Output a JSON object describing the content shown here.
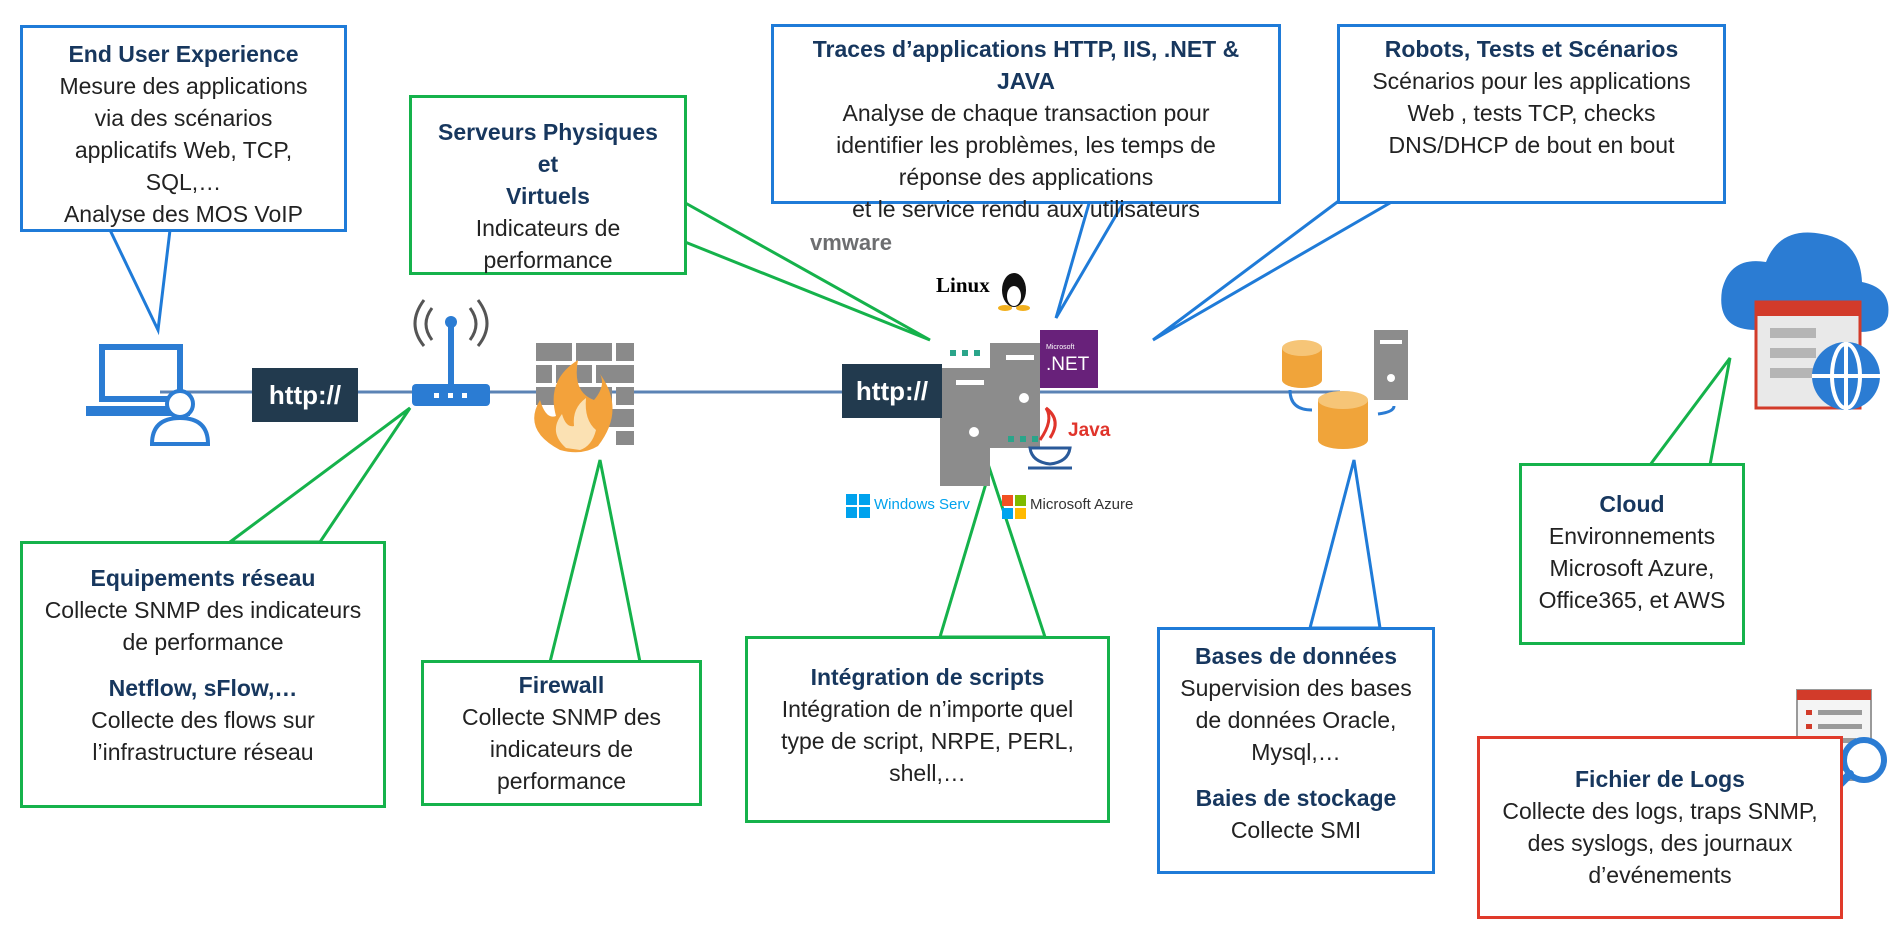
{
  "callouts": {
    "end_user": {
      "title": "End User Experience",
      "body": [
        "Mesure des applications",
        "via des scénarios",
        "applicatifs Web, TCP, SQL,…",
        "Analyse des MOS VoIP"
      ]
    },
    "serveurs": {
      "title": [
        "Serveurs Physiques et",
        "Virtuels"
      ],
      "body": [
        "Indicateurs de",
        "performance"
      ]
    },
    "traces": {
      "title": "Traces d’applications HTTP, IIS, .NET & JAVA",
      "body": [
        "Analyse de chaque transaction pour",
        "identifier les problèmes, les temps de",
        "réponse des applications",
        "et le service rendu aux utilisateurs"
      ]
    },
    "robots": {
      "title": "Robots, Tests et Scénarios",
      "body": [
        "Scénarios pour les applications",
        "Web , tests TCP, checks",
        "DNS/DHCP de bout en bout"
      ]
    },
    "equipements": {
      "title": "Equipements réseau",
      "body": [
        "Collecte SNMP des indicateurs",
        "de performance"
      ],
      "title2": "Netflow, sFlow,…",
      "body2": [
        "Collecte des flows sur",
        "l’infrastructure réseau"
      ]
    },
    "firewall": {
      "title": "Firewall",
      "body": [
        "Collecte SNMP des",
        "indicateurs de",
        "performance"
      ]
    },
    "scripts": {
      "title": "Intégration de scripts",
      "body": [
        "Intégration de n’importe quel",
        "type de script, NRPE, PERL,",
        "shell,…"
      ]
    },
    "bases": {
      "title": "Bases de données",
      "body": [
        "Supervision des bases",
        "de données Oracle,",
        "Mysql,…"
      ],
      "title2": "Baies de stockage",
      "body2": [
        "Collecte SMI"
      ]
    },
    "cloud": {
      "title": "Cloud",
      "body": [
        "Environnements",
        "Microsoft Azure,",
        "Office365, et AWS"
      ]
    },
    "logs": {
      "title": "Fichier de Logs",
      "body": [
        "Collecte des logs, traps SNMP,",
        "des syslogs, des journaux",
        "d’evénements"
      ]
    }
  },
  "http_labels": [
    "http://",
    "http://"
  ],
  "logos": {
    "vmware": "vmware",
    "linux": "Linux",
    "dotnet_small": "Microsoft",
    "dotnet": ".NET",
    "java": "Java",
    "windows": "Windows Serv",
    "azure": "Microsoft Azure"
  },
  "icons": [
    "laptop-user-icon",
    "wifi-router-icon",
    "firewall-icon",
    "server-stack-icon",
    "database-icon",
    "cloud-app-icon",
    "log-search-icon"
  ],
  "colors": {
    "blue": "#1f7bd8",
    "green": "#15b24b",
    "red": "#e03a2a",
    "navy": "#17375e",
    "http_bg": "#223a4e",
    "icon_blue": "#2b7cd3",
    "icon_gray": "#8c8c8c",
    "icon_orange": "#f0a43a"
  }
}
